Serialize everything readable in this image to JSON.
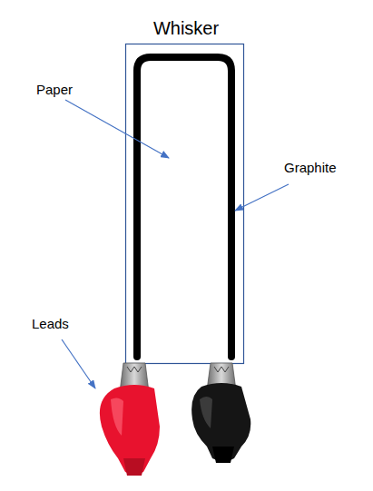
{
  "diagram": {
    "title": "Whisker",
    "labels": [
      "Paper",
      "Graphite",
      "Leads"
    ]
  }
}
